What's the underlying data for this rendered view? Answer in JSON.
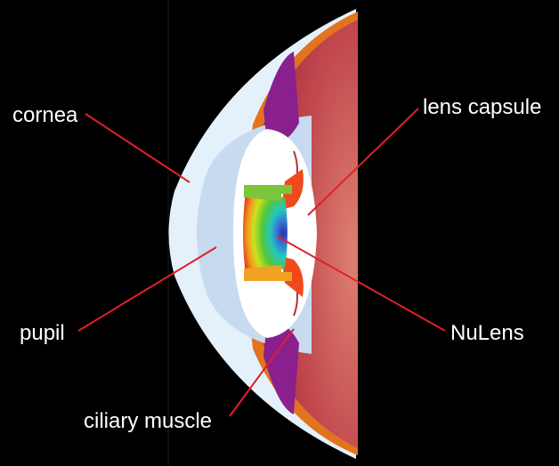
{
  "diagram": {
    "labels": {
      "cornea": "cornea",
      "pupil": "pupil",
      "ciliary_muscle": "ciliary muscle",
      "lens_capsule": "lens capsule",
      "nulens": "NuLens"
    }
  },
  "colors": {
    "background": "#000000",
    "leader_line": "#e0202a",
    "cornea": "#e4f1fb",
    "iris_chamber": "#c7daf0",
    "lens_capsule": "#ffffff",
    "ciliary_muscle": "#8a1f8e",
    "eyeball": "#b83a44",
    "sclera_rim": "#e2741f",
    "nulens_frame": "#f04a1c"
  }
}
